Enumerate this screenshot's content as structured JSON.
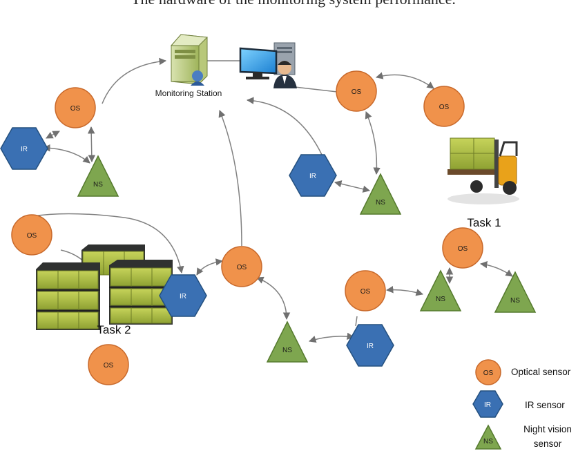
{
  "caption": "The hardware of the monitoring system performance.",
  "station": {
    "label": "Monitoring Station"
  },
  "tasks": {
    "task1": "Task 1",
    "task2": "Task 2"
  },
  "node_labels": {
    "os": "OS",
    "ir": "IR",
    "ns": "NS"
  },
  "legend": {
    "optical": "Optical sensor",
    "ir": "IR sensor",
    "night_line1": "Night vision",
    "night_line2": "sensor"
  },
  "colors": {
    "optical_sensor": "#f0924b",
    "ir_sensor": "#3a70b3",
    "night_vision_sensor": "#7ea64f",
    "link": "#808080"
  },
  "icons": [
    "server-icon",
    "computer-operator-icon",
    "forklift-icon",
    "warehouse-shelves-icon"
  ]
}
